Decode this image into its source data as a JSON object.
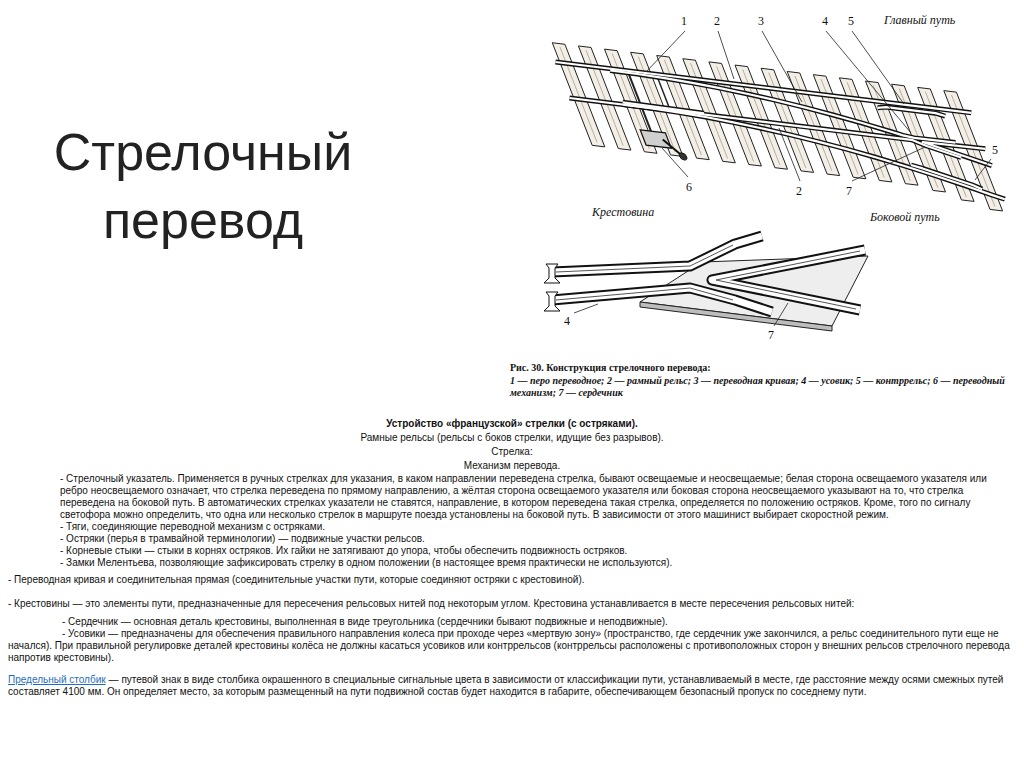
{
  "diagram": {
    "title": "Стрелочный перевод",
    "caption": "Рис. 30. Конструкция стрелочного перевода:",
    "labels": [
      "1",
      "2",
      "3",
      "4",
      "5",
      "Главный путь",
      "5",
      "6",
      "2",
      "7",
      "Крестовина",
      "Боковой путь",
      "4",
      "7",
      "1 — перо переводное; 2 — рамный рельс; 3 — переводная кривая; 4 — усовик; 5 — контррельс; 6 — переводный механизм; 7 — сердечник",
      "Устройство «французской» стрелки (с остряками).",
      "Рамные рельсы (рельсы с боков стрелки, идущие без разрывов).",
      "Стрелка:",
      "Механизм перевода.",
      "- Стрелочный указатель. Применяется в ручных стрелках для указания, в каком направлении переведена стрелка, бывают освещаемые и неосвещаемые; белая сторона освещаемого указателя или ребро неосвещаемого означает, что стрелка переведена по прямому направлению, а жёлтая сторона освещаемого указателя или боковая сторона неосвещаемого указывают на то, что стрелка переведена на боковой путь. В автоматических стрелках указатели не ставятся, направление, в котором переведена такая стрелка, определяется по положению остряков. Кроме, того по сигналу светофора можно определить, что одна или несколько стрелок в маршруте поезда установлены на боковой путь. В зависимости от этого машинист выбирает скоростной режим.",
      "- Тяги, соединяющие переводной механизм с остряками.",
      "- Остряки (перья в трамвайной терминологии) — подвижные участки рельсов.",
      "- Корневые стыки — стыки в корнях остряков. Их гайки не затягивают до упора, чтобы обеспечить подвижность остряков.",
      "- Замки Мелентьева, позволяющие зафиксировать стрелку в одном положении (в настоящее время практически не используются).",
      "- Переводная кривая и соединительная прямая (соединительные участки пути, которые соединяют остряки с крестовиной).",
      "- Крестовины — это элементы пути, предназначенные для пересечения рельсовых нитей под некоторым углом. Крестовина устанавливается в месте пересечения рельсовых нитей:",
      "- Сердечник — основная деталь крестовины, выполненная в виде треугольника (сердечники бывают подвижные и неподвижные).",
      "- Усовики — предназначены для обеспечения правильного направления колеса при проходе через «мертвую зону» (пространство, где сердечник уже закончился, а рельс соединительного пути еще не начался). При правильной регулировке деталей крестовины колёса не должны касаться усовиков или контррельсов (контррельсы расположены с противоположных сторон у внешних рельсов стрелочного перевода напротив крестовины).",
      "Предельный столбик",
      "— путевой знак в виде столбика окрашенного в специальные сигнальные цвета в зависимости от классификации пути, устанавливаемый в месте, где расстояние между осями смежных путей составляет 4100 мм. Он определяет место, за которым размещенный на пути подвижной состав будет находится в габарите, обеспечивающем безопасный пропуск по соседнему пути."
    ]
  }
}
